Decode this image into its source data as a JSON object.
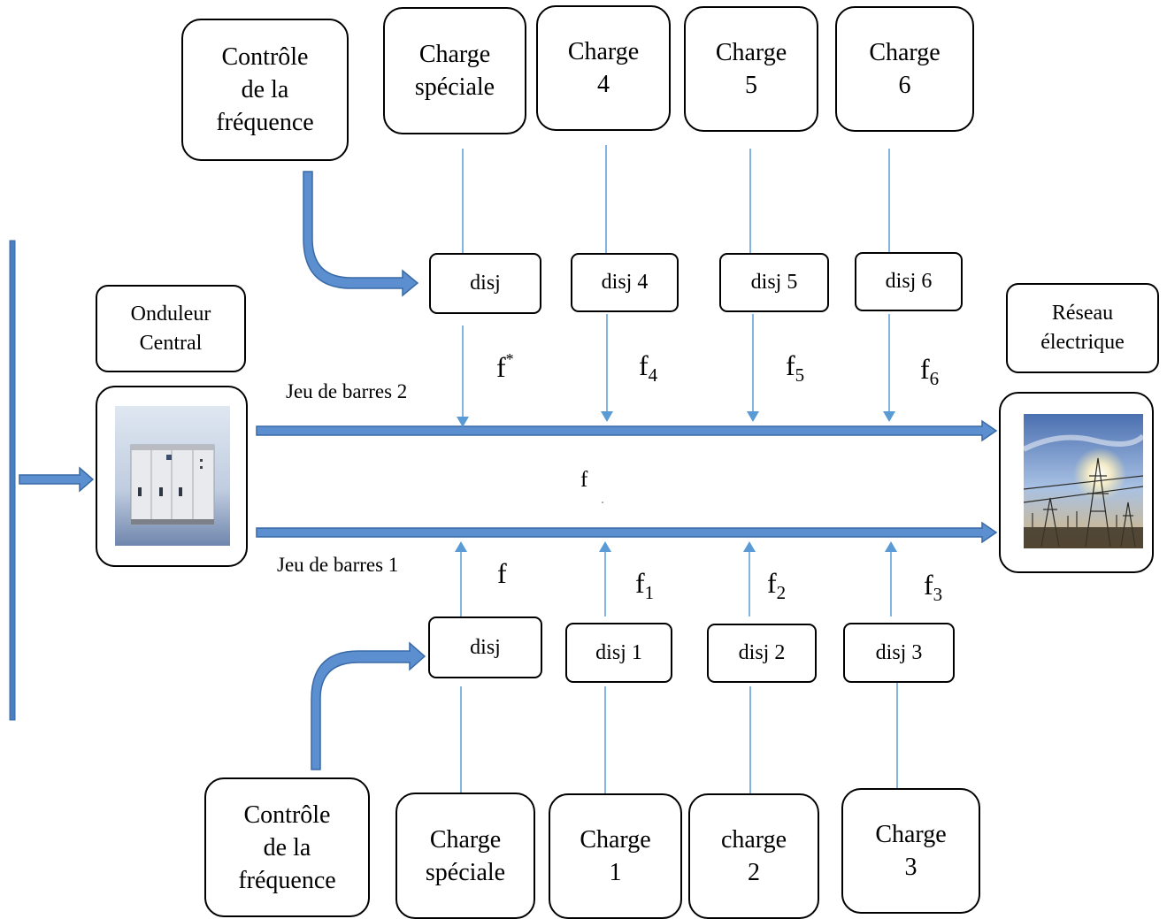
{
  "top_control": "Contrôle\nde la\nfréquence",
  "bottom_control": "Contrôle\nde la\nfréquence",
  "top_loads": [
    "Charge\nspéciale",
    "Charge\n4",
    "Charge\n5",
    "Charge\n6"
  ],
  "bottom_loads": [
    "Charge\nspéciale",
    "Charge\n1",
    "charge\n2",
    "Charge\n3"
  ],
  "top_breakers": [
    "disj",
    "disj 4",
    "disj 5",
    "disj 6"
  ],
  "bottom_breakers": [
    "disj",
    "disj 1",
    "disj 2",
    "disj 3"
  ],
  "inverter_label": "Onduleur\nCentral",
  "grid_label": "Réseau\nélectrique",
  "bus2_label": "Jeu de barres 2",
  "bus1_label": "Jeu de barres 1",
  "freq_top": {
    "f_star_base": "f",
    "f_star_sup": "*",
    "f": "f",
    "s4": "4",
    "s5": "5",
    "s6": "6"
  },
  "freq_bottom": {
    "f": "f",
    "s1": "1",
    "s2": "2",
    "s3": "3"
  },
  "freq_middle": "f",
  "colors": {
    "bus": "#4a7fc1",
    "bus_edge": "#3a6aa6",
    "line": "#5b9bd5",
    "border": "#000000"
  }
}
